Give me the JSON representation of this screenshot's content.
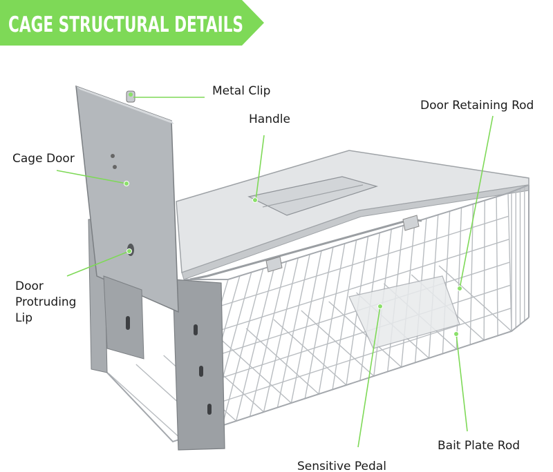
{
  "banner": {
    "title": "CAGE STRUCTURAL DETAILS"
  },
  "callouts": [
    {
      "id": "metal-clip",
      "label": "Metal Clip"
    },
    {
      "id": "handle",
      "label": "Handle"
    },
    {
      "id": "door-retaining-rod",
      "label": "Door Retaining Rod"
    },
    {
      "id": "cage-door",
      "label": "Cage Door"
    },
    {
      "id": "door-protruding-lip",
      "label": "Door Protruding Lip",
      "lines": [
        "Door",
        "Protruding",
        "Lip"
      ]
    },
    {
      "id": "bait-plate-rod",
      "label": "Bait Plate Rod"
    },
    {
      "id": "sensitive-pedal",
      "label": "Sensitive Pedal"
    }
  ],
  "colors": {
    "banner_green": "#7ed957",
    "leader_green": "#7ed957",
    "metal": "#b9bdc1",
    "metal_dark": "#8e9297",
    "text": "#1a1a1a",
    "banner_text": "#ffffff"
  }
}
